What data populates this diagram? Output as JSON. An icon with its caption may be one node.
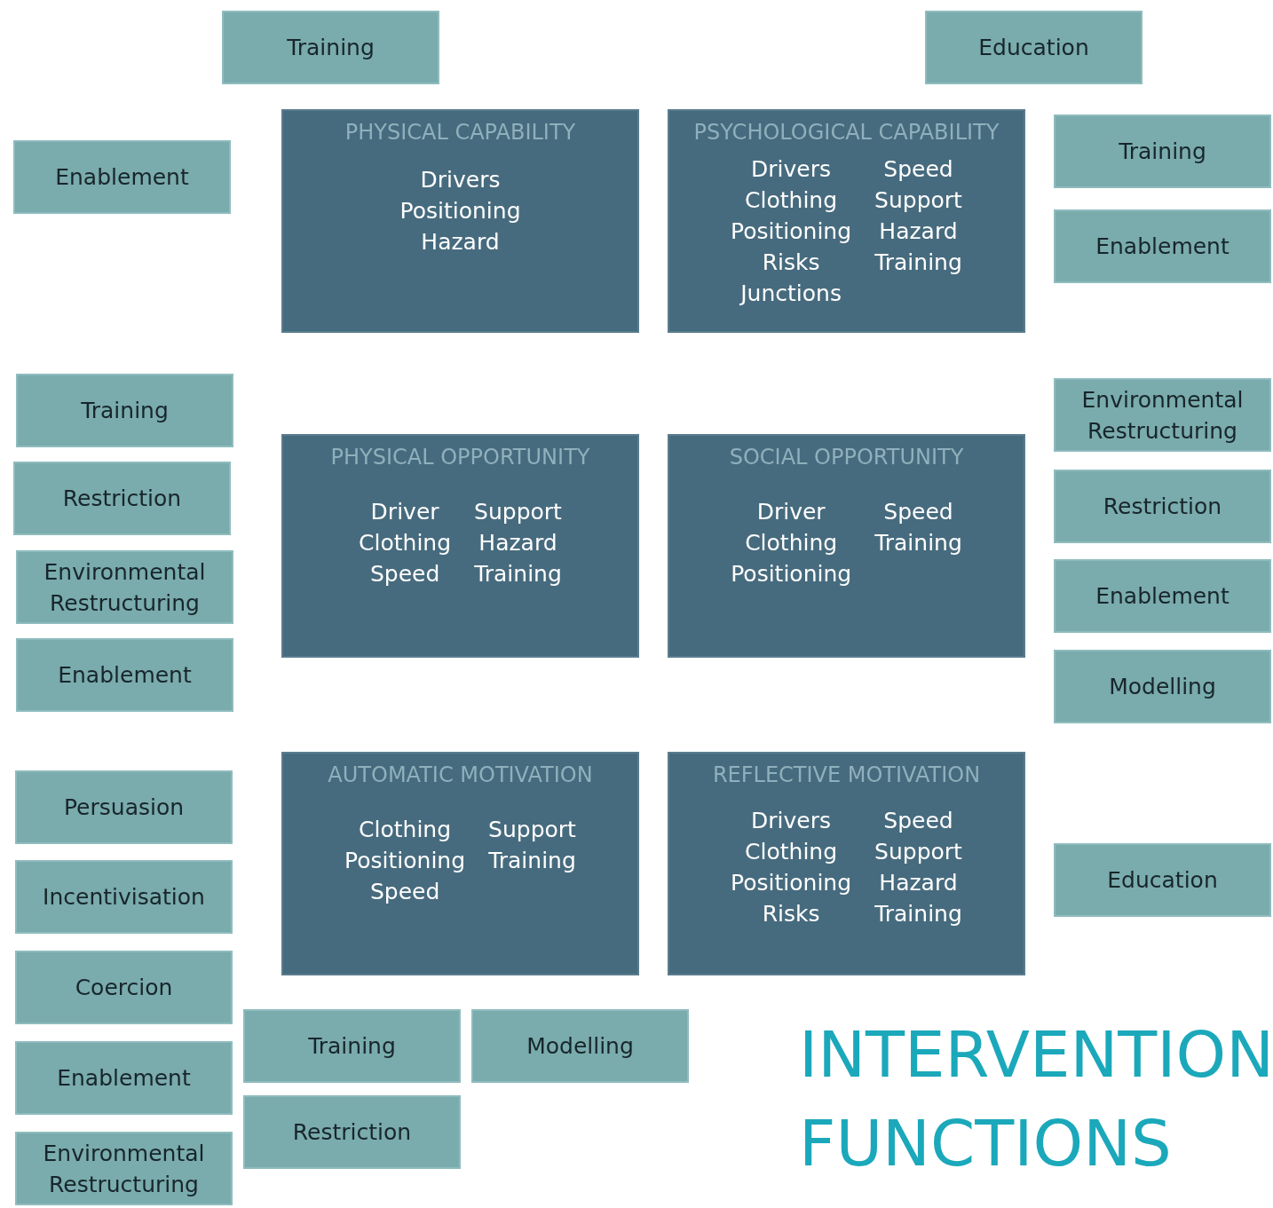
{
  "diagram": {
    "nodes": [
      {
        "text": [
          "Training"
        ]
      },
      {
        "text": [
          "Education"
        ]
      },
      {
        "text": [
          "Enablement"
        ]
      },
      {
        "text": [
          "PHYSICAL CAPABILITY",
          "Drivers Positioning Hazard"
        ]
      },
      {
        "text": [
          "PSYCHOLOGICAL CAPABILITY",
          "Drivers Clothing Positioning Risks Junctions",
          "Speed Support Hazard Training"
        ]
      },
      {
        "text": [
          "Training"
        ]
      },
      {
        "text": [
          "Enablement"
        ]
      },
      {
        "text": [
          "Training"
        ]
      },
      {
        "text": [
          "Environmental Restructuring"
        ]
      },
      {
        "text": [
          "PHYSICAL OPPORTUNITY",
          "Driver Clothing Speed",
          "Support Hazard Training"
        ]
      },
      {
        "text": [
          "SOCIAL OPPORTUNITY",
          "Driver Clothing Positioning",
          "Speed Training"
        ]
      },
      {
        "text": [
          "Restriction"
        ]
      },
      {
        "text": [
          "Restriction"
        ]
      },
      {
        "text": [
          "Environmental Restructuring"
        ]
      },
      {
        "text": [
          "Enablement"
        ]
      },
      {
        "text": [
          "Enablement"
        ]
      },
      {
        "text": [
          "Modelling"
        ]
      },
      {
        "text": [
          "AUTOMATIC MOTIVATION",
          "Clothing Positioning Speed",
          "Support Training"
        ]
      },
      {
        "text": [
          "REFLECTIVE MOTIVATION",
          "Drivers Clothing Positioning Risks",
          "Speed Support Hazard Training"
        ]
      },
      {
        "text": [
          "Persuasion"
        ]
      },
      {
        "text": [
          "Education"
        ]
      },
      {
        "text": [
          "Incentivisation"
        ]
      },
      {
        "text": [
          "Coercion"
        ]
      },
      {
        "text": [
          "Training"
        ]
      },
      {
        "text": [
          "Modelling"
        ]
      },
      {
        "text": [
          "Enablement"
        ]
      },
      {
        "text": [
          "Restriction"
        ]
      },
      {
        "text": [
          "Environmental Restructuring"
        ]
      }
    ],
    "labels": [
      "INTERVENTION",
      "FUNCTIONS"
    ]
  }
}
